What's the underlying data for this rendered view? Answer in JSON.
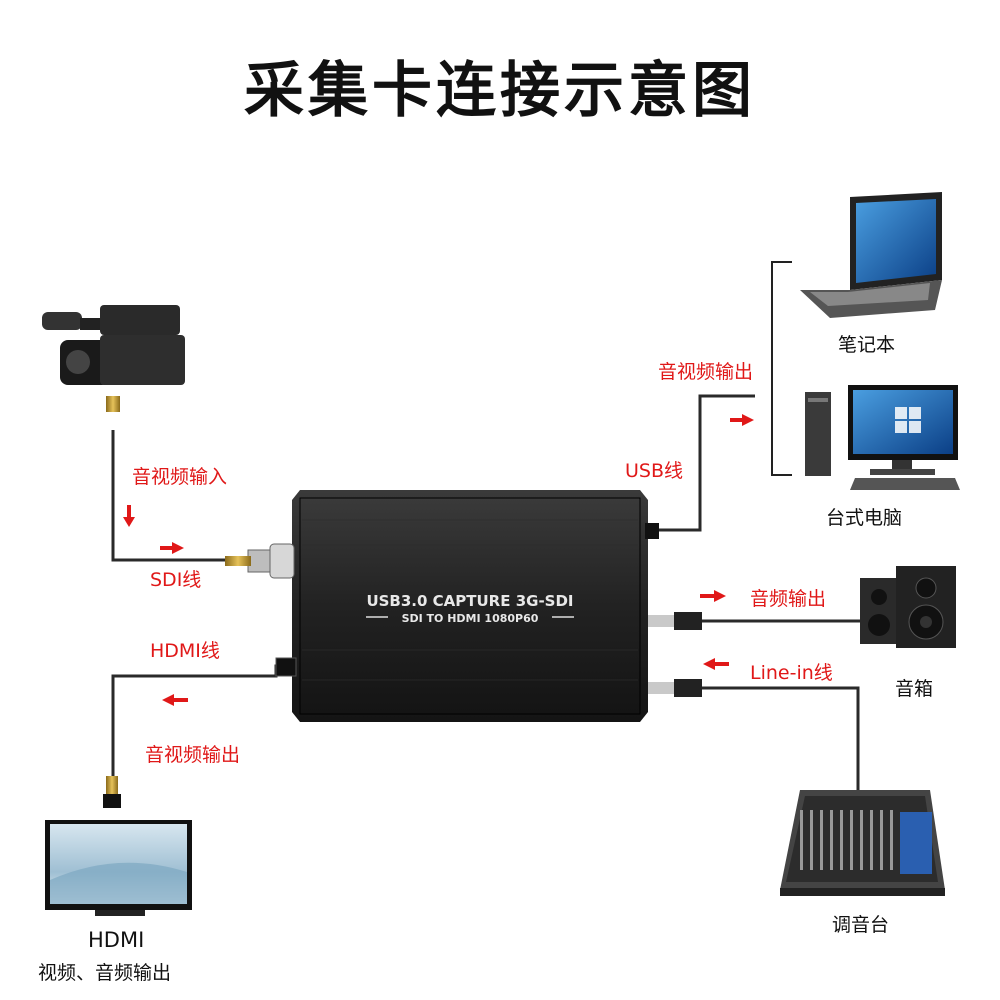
{
  "title": "采集卡连接示意图",
  "device": {
    "line1": "USB3.0 CAPTURE 3G-SDI",
    "line2": "SDI TO HDMI 1080P60"
  },
  "labels": {
    "av_input": "音视频输入",
    "sdi_cable": "SDI线",
    "hdmi_cable": "HDMI线",
    "av_output_left": "音视频输出",
    "av_output_top": "音视频输出",
    "usb_cable": "USB线",
    "audio_output": "音频输出",
    "line_in_cable": "Line-in线"
  },
  "devices": {
    "laptop": "笔记本",
    "desktop": "台式电脑",
    "speaker": "音箱",
    "mixer": "调音台",
    "tv_line1": "HDMI",
    "tv_line2": "视频、音频输出"
  },
  "colors": {
    "arrow": "#e01818",
    "device_body": "#1c1c1c",
    "cable": "#2a2a2a"
  }
}
